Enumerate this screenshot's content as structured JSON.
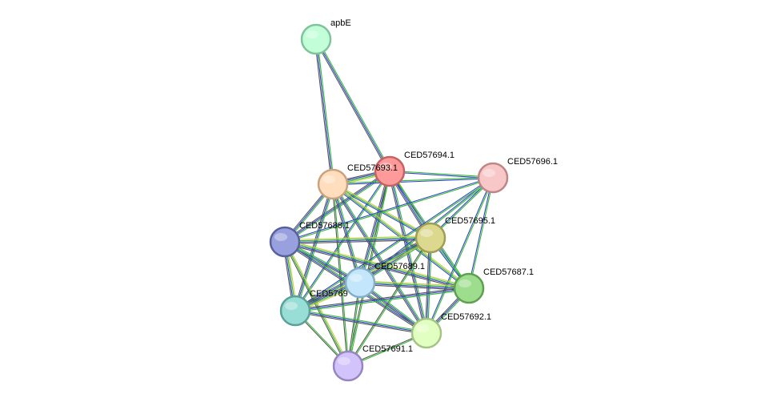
{
  "nodes": [
    {
      "id": "apbE",
      "label": "apbE",
      "fill": "#c2ffd8",
      "stroke": "#7fc39a"
    },
    {
      "id": "CED57694.1",
      "label": "CED57694.1",
      "fill": "#ff9a9a",
      "stroke": "#c56262"
    },
    {
      "id": "CED57693.1",
      "label": "CED57693.1",
      "fill": "#ffddbd",
      "stroke": "#c9a37d"
    },
    {
      "id": "CED57696.1",
      "label": "CED57696.1",
      "fill": "#f8c8c8",
      "stroke": "#c08585"
    },
    {
      "id": "CED57688.1",
      "label": "CED57688.1",
      "fill": "#99a0de",
      "stroke": "#58609f"
    },
    {
      "id": "CED57695.1",
      "label": "CED57695.1",
      "fill": "#dcd98f",
      "stroke": "#a09d55"
    },
    {
      "id": "CED57689.1",
      "label": "CED57689.1",
      "fill": "#c3e6fb",
      "stroke": "#83aec8"
    },
    {
      "id": "CED57687.1",
      "label": "CED57687.1",
      "fill": "#9ddd8d",
      "stroke": "#5f9f50"
    },
    {
      "id": "CED5769x",
      "label": "CED5769",
      "fill": "#98ded6",
      "stroke": "#5aa198"
    },
    {
      "id": "CED57692.1",
      "label": "CED57692.1",
      "fill": "#e2ffc2",
      "stroke": "#a5c384"
    },
    {
      "id": "CED57691.1",
      "label": "CED57691.1",
      "fill": "#d3c3fb",
      "stroke": "#9685c0"
    }
  ],
  "edges": [
    {
      "from": "apbE",
      "to": "CED57693.1",
      "channels": [
        "#33bb33",
        "#3344cc",
        "#555555"
      ]
    },
    {
      "from": "apbE",
      "to": "CED57694.1",
      "channels": [
        "#33bb33",
        "#3344cc",
        "#555555"
      ]
    },
    {
      "from": "CED57694.1",
      "to": "CED57693.1",
      "channels": [
        "#cccc44",
        "#33bb33",
        "#3344cc",
        "#555555"
      ]
    },
    {
      "from": "CED57694.1",
      "to": "CED57696.1",
      "channels": [
        "#33bb33",
        "#3344cc"
      ]
    },
    {
      "from": "CED57694.1",
      "to": "CED57688.1",
      "channels": [
        "#33bb33",
        "#3344cc",
        "#555555"
      ]
    },
    {
      "from": "CED57694.1",
      "to": "CED57695.1",
      "channels": [
        "#cccc44",
        "#33bb33",
        "#3344cc",
        "#555555"
      ]
    },
    {
      "from": "CED57694.1",
      "to": "CED57689.1",
      "channels": [
        "#33bb33",
        "#3344cc",
        "#555555"
      ]
    },
    {
      "from": "CED57694.1",
      "to": "CED57687.1",
      "channels": [
        "#33bb33",
        "#3344cc"
      ]
    },
    {
      "from": "CED57694.1",
      "to": "CED5769x",
      "channels": [
        "#33bb33",
        "#3344cc"
      ]
    },
    {
      "from": "CED57694.1",
      "to": "CED57692.1",
      "channels": [
        "#33bb33",
        "#3344cc",
        "#555555"
      ]
    },
    {
      "from": "CED57694.1",
      "to": "CED57691.1",
      "channels": [
        "#33bb33",
        "#555555"
      ]
    },
    {
      "from": "CED57693.1",
      "to": "CED57696.1",
      "channels": [
        "#33bb33",
        "#3344cc"
      ]
    },
    {
      "from": "CED57693.1",
      "to": "CED57688.1",
      "channels": [
        "#33bb33",
        "#3344cc",
        "#555555"
      ]
    },
    {
      "from": "CED57693.1",
      "to": "CED57695.1",
      "channels": [
        "#cccc44",
        "#33bb33",
        "#3344cc"
      ]
    },
    {
      "from": "CED57693.1",
      "to": "CED57689.1",
      "channels": [
        "#33bb33",
        "#3344cc",
        "#555555"
      ]
    },
    {
      "from": "CED57693.1",
      "to": "CED57687.1",
      "channels": [
        "#cccc44",
        "#33bb33",
        "#3344cc"
      ]
    },
    {
      "from": "CED57693.1",
      "to": "CED5769x",
      "channels": [
        "#33bb33",
        "#3344cc",
        "#555555"
      ]
    },
    {
      "from": "CED57693.1",
      "to": "CED57692.1",
      "channels": [
        "#33bb33",
        "#3344cc",
        "#555555"
      ]
    },
    {
      "from": "CED57693.1",
      "to": "CED57691.1",
      "channels": [
        "#33bb33",
        "#555555"
      ]
    },
    {
      "from": "CED57696.1",
      "to": "CED57695.1",
      "channels": [
        "#33bb33",
        "#3344cc"
      ]
    },
    {
      "from": "CED57696.1",
      "to": "CED57689.1",
      "channels": [
        "#33bb33",
        "#3344cc"
      ]
    },
    {
      "from": "CED57696.1",
      "to": "CED57687.1",
      "channels": [
        "#33bb33",
        "#3344cc"
      ]
    },
    {
      "from": "CED57696.1",
      "to": "CED5769x",
      "channels": [
        "#33bb33",
        "#3344cc"
      ]
    },
    {
      "from": "CED57696.1",
      "to": "CED57692.1",
      "channels": [
        "#33bb33",
        "#3344cc"
      ]
    },
    {
      "from": "CED57696.1",
      "to": "CED57688.1",
      "channels": [
        "#33bb33",
        "#3344cc"
      ]
    },
    {
      "from": "CED57688.1",
      "to": "CED57695.1",
      "channels": [
        "#cccc44",
        "#33bb33",
        "#3344cc",
        "#555555"
      ]
    },
    {
      "from": "CED57688.1",
      "to": "CED57689.1",
      "channels": [
        "#33bb33",
        "#3344cc",
        "#555555"
      ]
    },
    {
      "from": "CED57688.1",
      "to": "CED57687.1",
      "channels": [
        "#cccc44",
        "#33bb33",
        "#3344cc",
        "#555555"
      ]
    },
    {
      "from": "CED57688.1",
      "to": "CED5769x",
      "channels": [
        "#cccc44",
        "#33bb33",
        "#3344cc",
        "#555555"
      ]
    },
    {
      "from": "CED57688.1",
      "to": "CED57692.1",
      "channels": [
        "#33bb33",
        "#3344cc",
        "#555555"
      ]
    },
    {
      "from": "CED57688.1",
      "to": "CED57691.1",
      "channels": [
        "#cccc44",
        "#33bb33",
        "#555555"
      ]
    },
    {
      "from": "CED57695.1",
      "to": "CED57689.1",
      "channels": [
        "#33bb33",
        "#3344cc",
        "#555555"
      ]
    },
    {
      "from": "CED57695.1",
      "to": "CED57687.1",
      "channels": [
        "#33bb33",
        "#3344cc"
      ]
    },
    {
      "from": "CED57695.1",
      "to": "CED5769x",
      "channels": [
        "#cccc44",
        "#33bb33",
        "#3344cc",
        "#555555"
      ]
    },
    {
      "from": "CED57695.1",
      "to": "CED57692.1",
      "channels": [
        "#33bb33",
        "#3344cc",
        "#555555"
      ]
    },
    {
      "from": "CED57695.1",
      "to": "CED57691.1",
      "channels": [
        "#33bb33",
        "#555555"
      ]
    },
    {
      "from": "CED57689.1",
      "to": "CED57687.1",
      "channels": [
        "#cccc44",
        "#33bb33",
        "#3344cc",
        "#555555"
      ]
    },
    {
      "from": "CED57689.1",
      "to": "CED5769x",
      "channels": [
        "#cccc44",
        "#33bb33",
        "#3344cc",
        "#555555"
      ]
    },
    {
      "from": "CED57689.1",
      "to": "CED57692.1",
      "channels": [
        "#33bb33",
        "#3344cc",
        "#555555"
      ]
    },
    {
      "from": "CED57689.1",
      "to": "CED57691.1",
      "channels": [
        "#33bb33",
        "#555555"
      ]
    },
    {
      "from": "CED57687.1",
      "to": "CED5769x",
      "channels": [
        "#33bb33",
        "#3344cc",
        "#555555"
      ]
    },
    {
      "from": "CED57687.1",
      "to": "CED57692.1",
      "channels": [
        "#33bb33",
        "#3344cc",
        "#555555"
      ]
    },
    {
      "from": "CED5769x",
      "to": "CED57692.1",
      "channels": [
        "#33bb33",
        "#3344cc",
        "#555555"
      ]
    },
    {
      "from": "CED5769x",
      "to": "CED57691.1",
      "channels": [
        "#33bb33",
        "#555555"
      ]
    },
    {
      "from": "CED57692.1",
      "to": "CED57691.1",
      "channels": [
        "#33bb33",
        "#555555"
      ]
    }
  ]
}
